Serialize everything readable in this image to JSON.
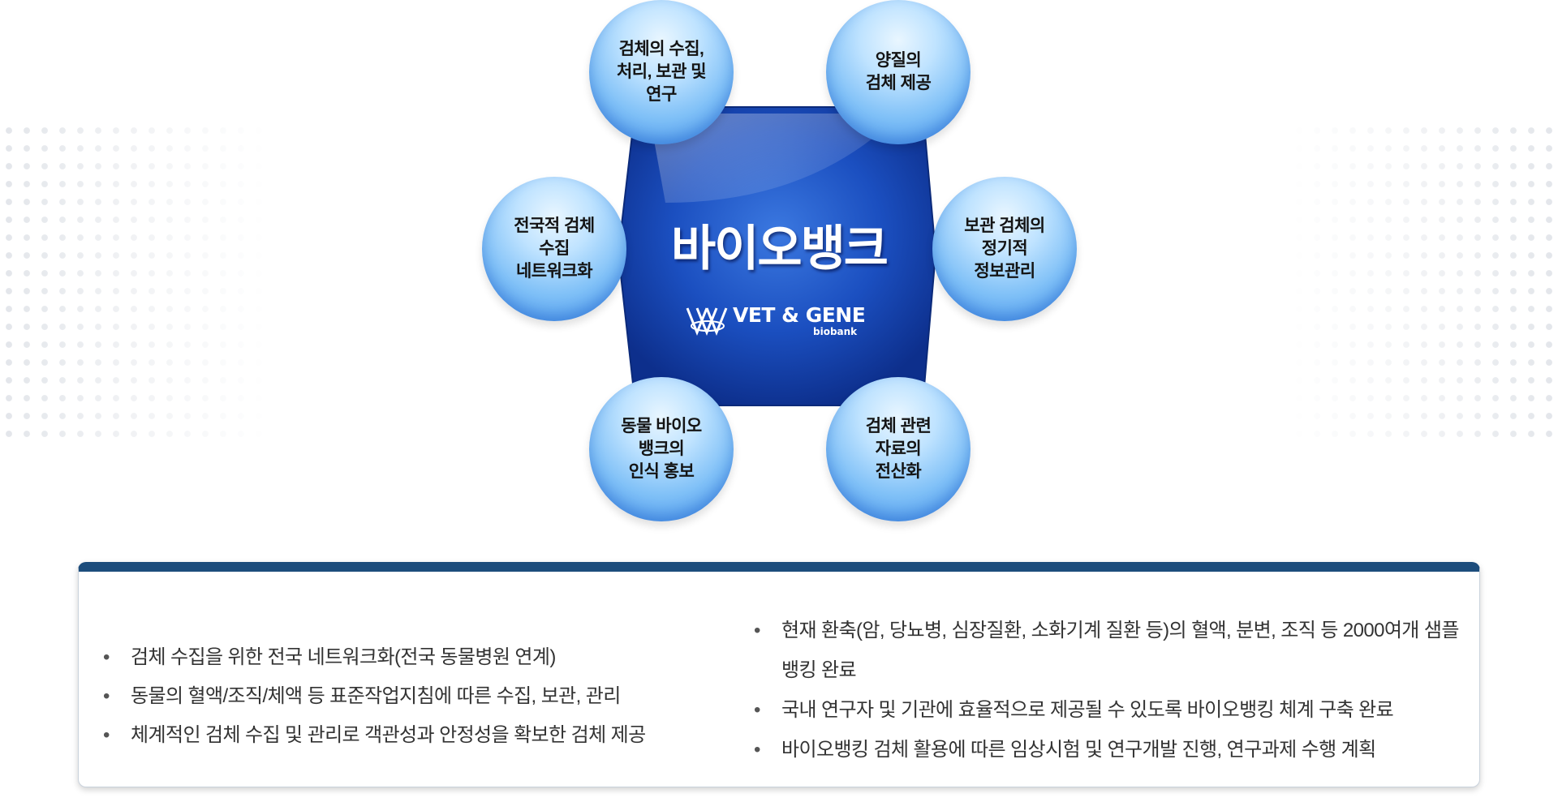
{
  "diagram": {
    "center_title": "바이오뱅크",
    "logo": {
      "text": "VET & GENE",
      "subtext": "biobank"
    },
    "bubbles": [
      {
        "label": "검체의 수집,\n처리, 보관 및\n연구"
      },
      {
        "label": "양질의\n검체 제공"
      },
      {
        "label": "전국적 검체\n수집\n네트워크화"
      },
      {
        "label": "보관 검체의\n정기적\n정보관리"
      },
      {
        "label": "동물 바이오\n뱅크의\n인식 홍보"
      },
      {
        "label": "검체 관련\n자료의\n전산화"
      }
    ]
  },
  "info": {
    "left_items": [
      "검체 수집을 위한 전국 네트워크화(전국 동물병원 연계)",
      "동물의 혈액/조직/체액 등 표준작업지침에 따른 수집, 보관, 관리",
      "체계적인 검체 수집 및 관리로 객관성과 안정성을 확보한 검체 제공"
    ],
    "right_items": [
      "현재 환축(암, 당뇨병, 심장질환, 소화기계 질환 등)의 혈액, 분변, 조직 등 2000여개 샘플 뱅킹 완료",
      "국내 연구자 및 기관에 효율적으로 제공될 수 있도록 바이오뱅킹 체계 구축 완료",
      "바이오뱅킹 검체 활용에 따른 임상시험 및 연구개발 진행, 연구과제 수행 계획"
    ]
  }
}
